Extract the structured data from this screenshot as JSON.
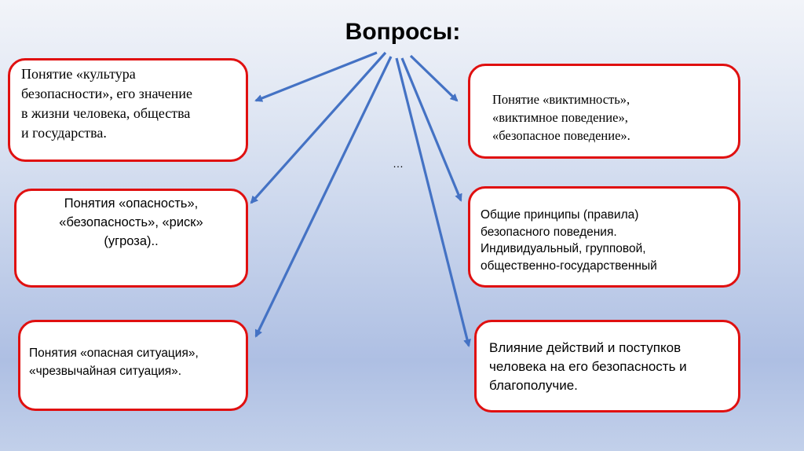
{
  "title": "Вопросы:",
  "ellipsis": "…",
  "colors": {
    "box_border": "#e01010",
    "box_fill": "#ffffff",
    "arrow": "#4472c4",
    "background_top": "#f2f4f9",
    "background_bottom": "#aebfe3"
  },
  "boxes": [
    {
      "id": "culture-of-safety",
      "text": "Понятие «культура\nбезопасности», его значение\nв жизни человека, общества\nи государства."
    },
    {
      "id": "victimhood",
      "text": "      Понятие «виктимность»,\n«виктимное поведение»,\n«безопасное поведение»."
    },
    {
      "id": "danger-safety-risk",
      "text": "Понятия «опасность»,\n«безопасность», «риск»\n(угроза).."
    },
    {
      "id": "safe-behavior-principles",
      "text": "Общие принципы (правила)\nбезопасного поведения.\nИндивидуальный, групповой,\nобщественно-государственный"
    },
    {
      "id": "dangerous-emergency-situation",
      "text": "Понятия «опасная ситуация»,\n«чрезвычайная ситуация»."
    },
    {
      "id": "actions-influence",
      "text": "  Влияние действий и поступков\nчеловека на его безопасность и\n благополучие."
    }
  ],
  "arrows": [
    {
      "from": "title",
      "to": "culture-of-safety"
    },
    {
      "from": "title",
      "to": "victimhood"
    },
    {
      "from": "title",
      "to": "danger-safety-risk"
    },
    {
      "from": "title",
      "to": "safe-behavior-principles"
    },
    {
      "from": "title",
      "to": "dangerous-emergency-situation"
    },
    {
      "from": "title",
      "to": "actions-influence"
    }
  ]
}
